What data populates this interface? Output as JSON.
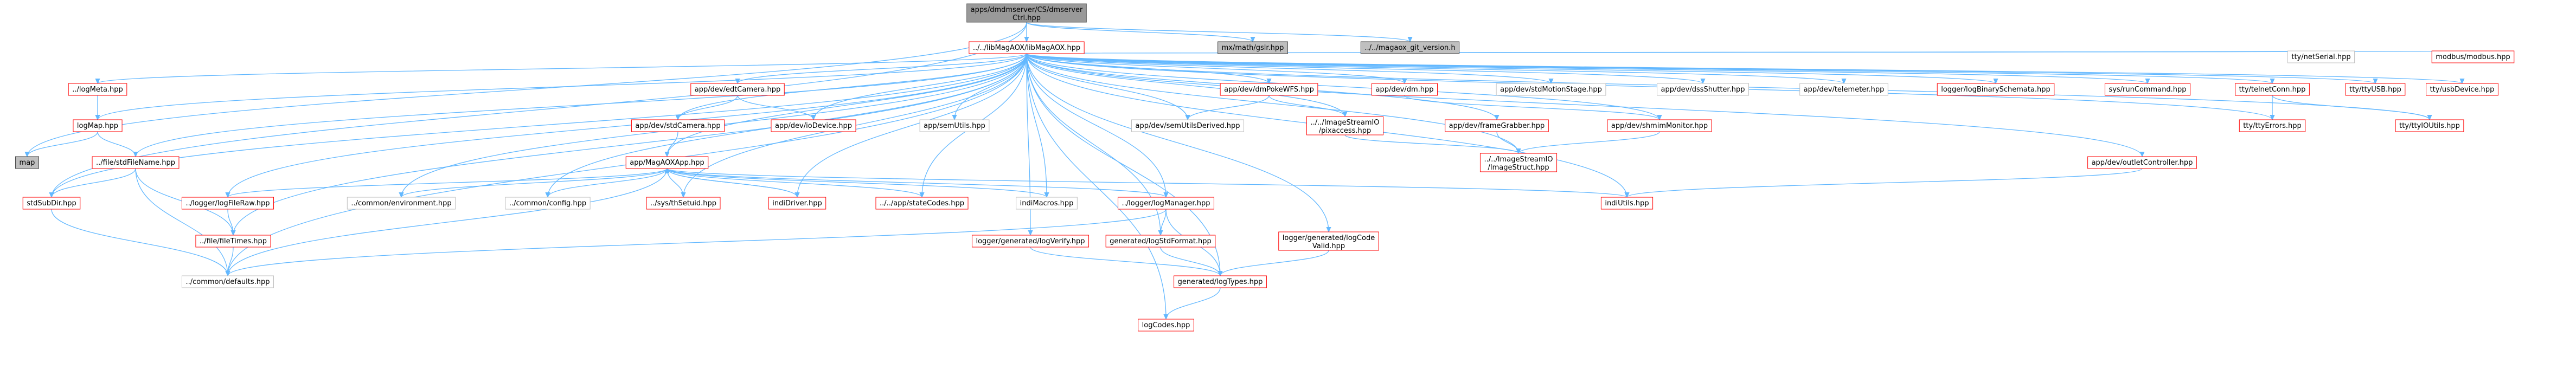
{
  "diagram": {
    "type": "include-dependency-graph",
    "colors": {
      "edge": "#63b8ff",
      "red_border": "#ff0000",
      "gray_fill": "#bfbfbf",
      "root_fill": "#999999"
    },
    "nodes": [
      {
        "id": "root",
        "label": [
          "apps/dmdmserver/CS/dmserver",
          "Ctrl.hpp"
        ],
        "style": "root"
      },
      {
        "id": "libmagaox",
        "label": [
          "../../libMagAOX/libMagAOX.hpp"
        ],
        "style": "main"
      },
      {
        "id": "mxmath",
        "label": [
          "mx/math/gslr.hpp"
        ],
        "style": "gray"
      },
      {
        "id": "gitver",
        "label": [
          "../../magaox_git_version.h"
        ],
        "style": "gray"
      },
      {
        "id": "map",
        "label": [
          "map"
        ],
        "style": "gray"
      },
      {
        "id": "logmeta",
        "label": [
          "../logMeta.hpp"
        ],
        "style": "red"
      },
      {
        "id": "logmap",
        "label": [
          "logMap.hpp"
        ],
        "style": "red"
      },
      {
        "id": "stdfilename",
        "label": [
          "../file/stdFileName.hpp"
        ],
        "style": "red"
      },
      {
        "id": "stdsubdir",
        "label": [
          "stdSubDir.hpp"
        ],
        "style": "red"
      },
      {
        "id": "loglogfileraw",
        "label": [
          "../logger/logFileRaw.hpp"
        ],
        "style": "red"
      },
      {
        "id": "filetimes",
        "label": [
          "../file/fileTimes.hpp"
        ],
        "style": "red"
      },
      {
        "id": "commondefaults",
        "label": [
          "../common/defaults.hpp"
        ],
        "style": "black"
      },
      {
        "id": "commonenv",
        "label": [
          "../common/environment.hpp"
        ],
        "style": "black"
      },
      {
        "id": "commonconfig",
        "label": [
          "../common/config.hpp"
        ],
        "style": "black"
      },
      {
        "id": "sysfs",
        "label": [
          "../sys/thSetuid.hpp"
        ],
        "style": "red"
      },
      {
        "id": "indidriver",
        "label": [
          "indiDriver.hpp"
        ],
        "style": "red"
      },
      {
        "id": "statecodes",
        "label": [
          "../../app/stateCodes.hpp"
        ],
        "style": "red"
      },
      {
        "id": "indimacros",
        "label": [
          "indiMacros.hpp"
        ],
        "style": "black"
      },
      {
        "id": "appmagaox",
        "label": [
          "app/MagAOXApp.hpp"
        ],
        "style": "red"
      },
      {
        "id": "edtcamera",
        "label": [
          "app/dev/edtCamera.hpp"
        ],
        "style": "red"
      },
      {
        "id": "stdcamera",
        "label": [
          "app/dev/stdCamera.hpp"
        ],
        "style": "red"
      },
      {
        "id": "iodevice",
        "label": [
          "app/dev/ioDevice.hpp"
        ],
        "style": "red"
      },
      {
        "id": "semutils",
        "label": [
          "app/semUtils.hpp"
        ],
        "style": "black"
      },
      {
        "id": "dmpokewfs",
        "label": [
          "app/dev/dmPokeWFS.hpp"
        ],
        "style": "red"
      },
      {
        "id": "semutilsderived",
        "label": [
          "app/dev/semUtilsDerived.hpp"
        ],
        "style": "black"
      },
      {
        "id": "isiopixaccess",
        "label": [
          "../../ImageStreamIO",
          "/pixaccess.hpp"
        ],
        "style": "red"
      },
      {
        "id": "devdm",
        "label": [
          "app/dev/dm.hpp"
        ],
        "style": "red"
      },
      {
        "id": "framegrabber",
        "label": [
          "app/dev/frameGrabber.hpp"
        ],
        "style": "red"
      },
      {
        "id": "shmimmonitor",
        "label": [
          "app/dev/shmimMonitor.hpp"
        ],
        "style": "red"
      },
      {
        "id": "isistruct",
        "label": [
          "../../ImageStreamIO",
          "/ImageStruct.hpp"
        ],
        "style": "red"
      },
      {
        "id": "stdmotion",
        "label": [
          "app/dev/stdMotionStage.hpp"
        ],
        "style": "black"
      },
      {
        "id": "dssshutter",
        "label": [
          "app/dev/dssShutter.hpp"
        ],
        "style": "black"
      },
      {
        "id": "telemeter",
        "label": [
          "app/dev/telemeter.hpp"
        ],
        "style": "black"
      },
      {
        "id": "logbinary",
        "label": [
          "logger/logBinarySchemata.hpp"
        ],
        "style": "red"
      },
      {
        "id": "runcommand",
        "label": [
          "sys/runCommand.hpp"
        ],
        "style": "red"
      },
      {
        "id": "ttytelnet",
        "label": [
          "tty/telnetConn.hpp"
        ],
        "style": "red"
      },
      {
        "id": "ttyerrors",
        "label": [
          "tty/ttyErrors.hpp"
        ],
        "style": "red"
      },
      {
        "id": "ttyusb",
        "label": [
          "tty/ttyUSB.hpp"
        ],
        "style": "red"
      },
      {
        "id": "ttyusbdevice",
        "label": [
          "tty/usbDevice.hpp"
        ],
        "style": "red"
      },
      {
        "id": "ttynetserial",
        "label": [
          "tty/netSerial.hpp"
        ],
        "style": "black"
      },
      {
        "id": "ttyioutils",
        "label": [
          "tty/ttyIOUtils.hpp"
        ],
        "style": "red"
      },
      {
        "id": "modbus",
        "label": [
          "modbus/modbus.hpp"
        ],
        "style": "red"
      },
      {
        "id": "outletctrl",
        "label": [
          "app/dev/outletController.hpp"
        ],
        "style": "red"
      },
      {
        "id": "indiutils",
        "label": [
          "indiUtils.hpp"
        ],
        "style": "red"
      },
      {
        "id": "logmanager",
        "label": [
          "../logger/logManager.hpp"
        ],
        "style": "red"
      },
      {
        "id": "logstdformat",
        "label": [
          "generated/logStdFormat.hpp"
        ],
        "style": "red"
      },
      {
        "id": "logverify",
        "label": [
          "logger/generated/logVerify.hpp"
        ],
        "style": "red"
      },
      {
        "id": "logcodevalid",
        "label": [
          "logger/generated/logCode",
          "Valid.hpp"
        ],
        "style": "red"
      },
      {
        "id": "logtypes",
        "label": [
          "generated/logTypes.hpp"
        ],
        "style": "red"
      },
      {
        "id": "logcodes",
        "label": [
          "logCodes.hpp"
        ],
        "style": "red"
      }
    ]
  }
}
